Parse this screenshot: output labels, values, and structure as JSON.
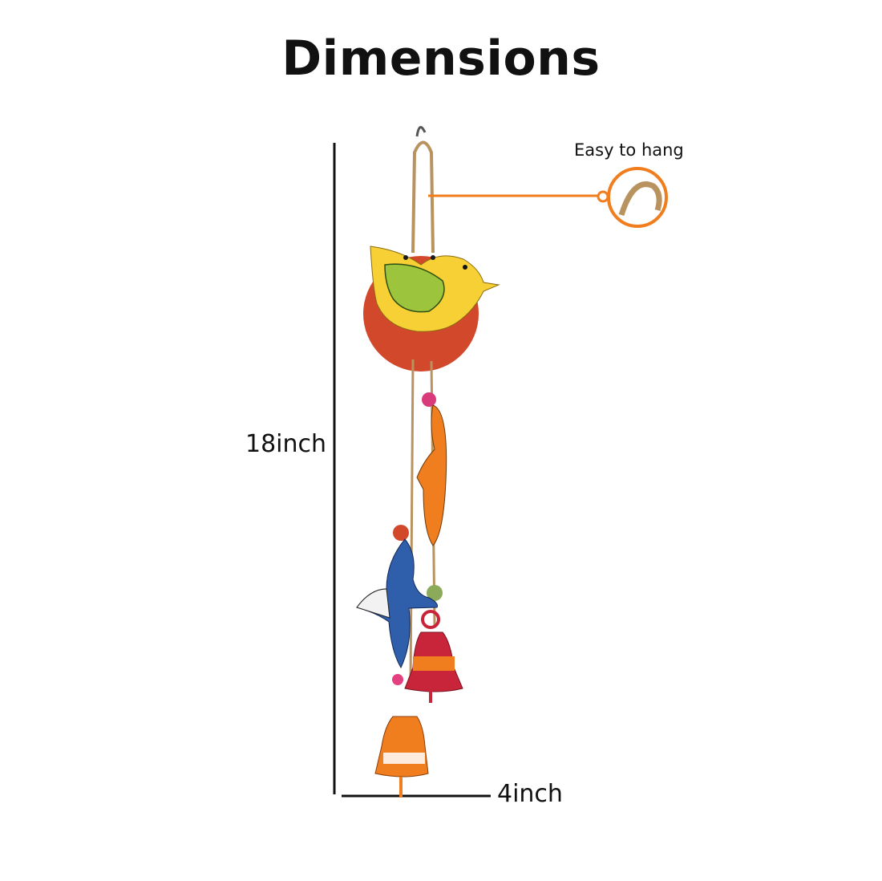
{
  "title": "Dimensions",
  "height_label": "18inch",
  "width_label": "4inch",
  "callout_label": "Easy to hang",
  "colors": {
    "accent": "#f07d1e",
    "text": "#111111"
  }
}
